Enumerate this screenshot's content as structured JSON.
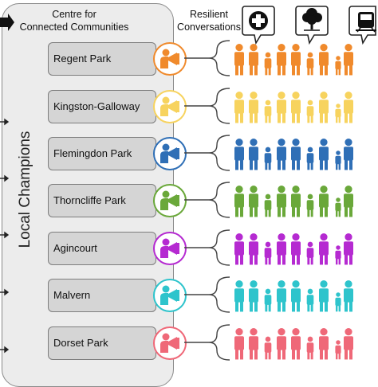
{
  "header": {
    "centre_line1": "Centre for",
    "centre_line2": "Connected Communities",
    "resilient_line1": "Resilient",
    "resilient_line2": "Conversations"
  },
  "side_label": "Local Champions",
  "top_icons": [
    "health-cross-icon",
    "park-tree-icon",
    "transit-train-icon"
  ],
  "communities": [
    {
      "name": "Regent Park",
      "color": "#f08a2c"
    },
    {
      "name": "Kingston-Galloway",
      "color": "#f7d35e"
    },
    {
      "name": "Flemingdon Park",
      "color": "#2f6fb6"
    },
    {
      "name": "Thorncliffe Park",
      "color": "#6aa83a"
    },
    {
      "name": "Agincourt",
      "color": "#b52ad1"
    },
    {
      "name": "Malvern",
      "color": "#2ec4cc"
    },
    {
      "name": "Dorset Park",
      "color": "#ef6878"
    }
  ]
}
